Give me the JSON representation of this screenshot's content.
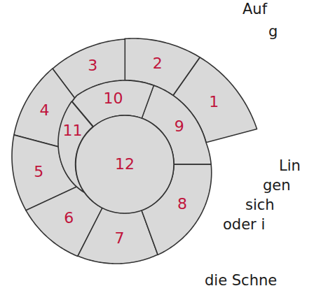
{
  "diagram": {
    "nodes": [
      {
        "text": [
          "1"
        ]
      },
      {
        "text": [
          "2"
        ]
      },
      {
        "text": [
          "3"
        ]
      },
      {
        "text": [
          "4"
        ]
      },
      {
        "text": [
          "5"
        ]
      },
      {
        "text": [
          "6"
        ]
      },
      {
        "text": [
          "7"
        ]
      },
      {
        "text": [
          "8"
        ]
      },
      {
        "text": [
          "9"
        ]
      },
      {
        "text": [
          "10"
        ]
      },
      {
        "text": [
          "11"
        ]
      },
      {
        "text": [
          "12"
        ]
      }
    ],
    "labels": [
      "Auf",
      "g",
      "Lin",
      "gen",
      "sich",
      "oder i",
      "die Schne"
    ]
  }
}
